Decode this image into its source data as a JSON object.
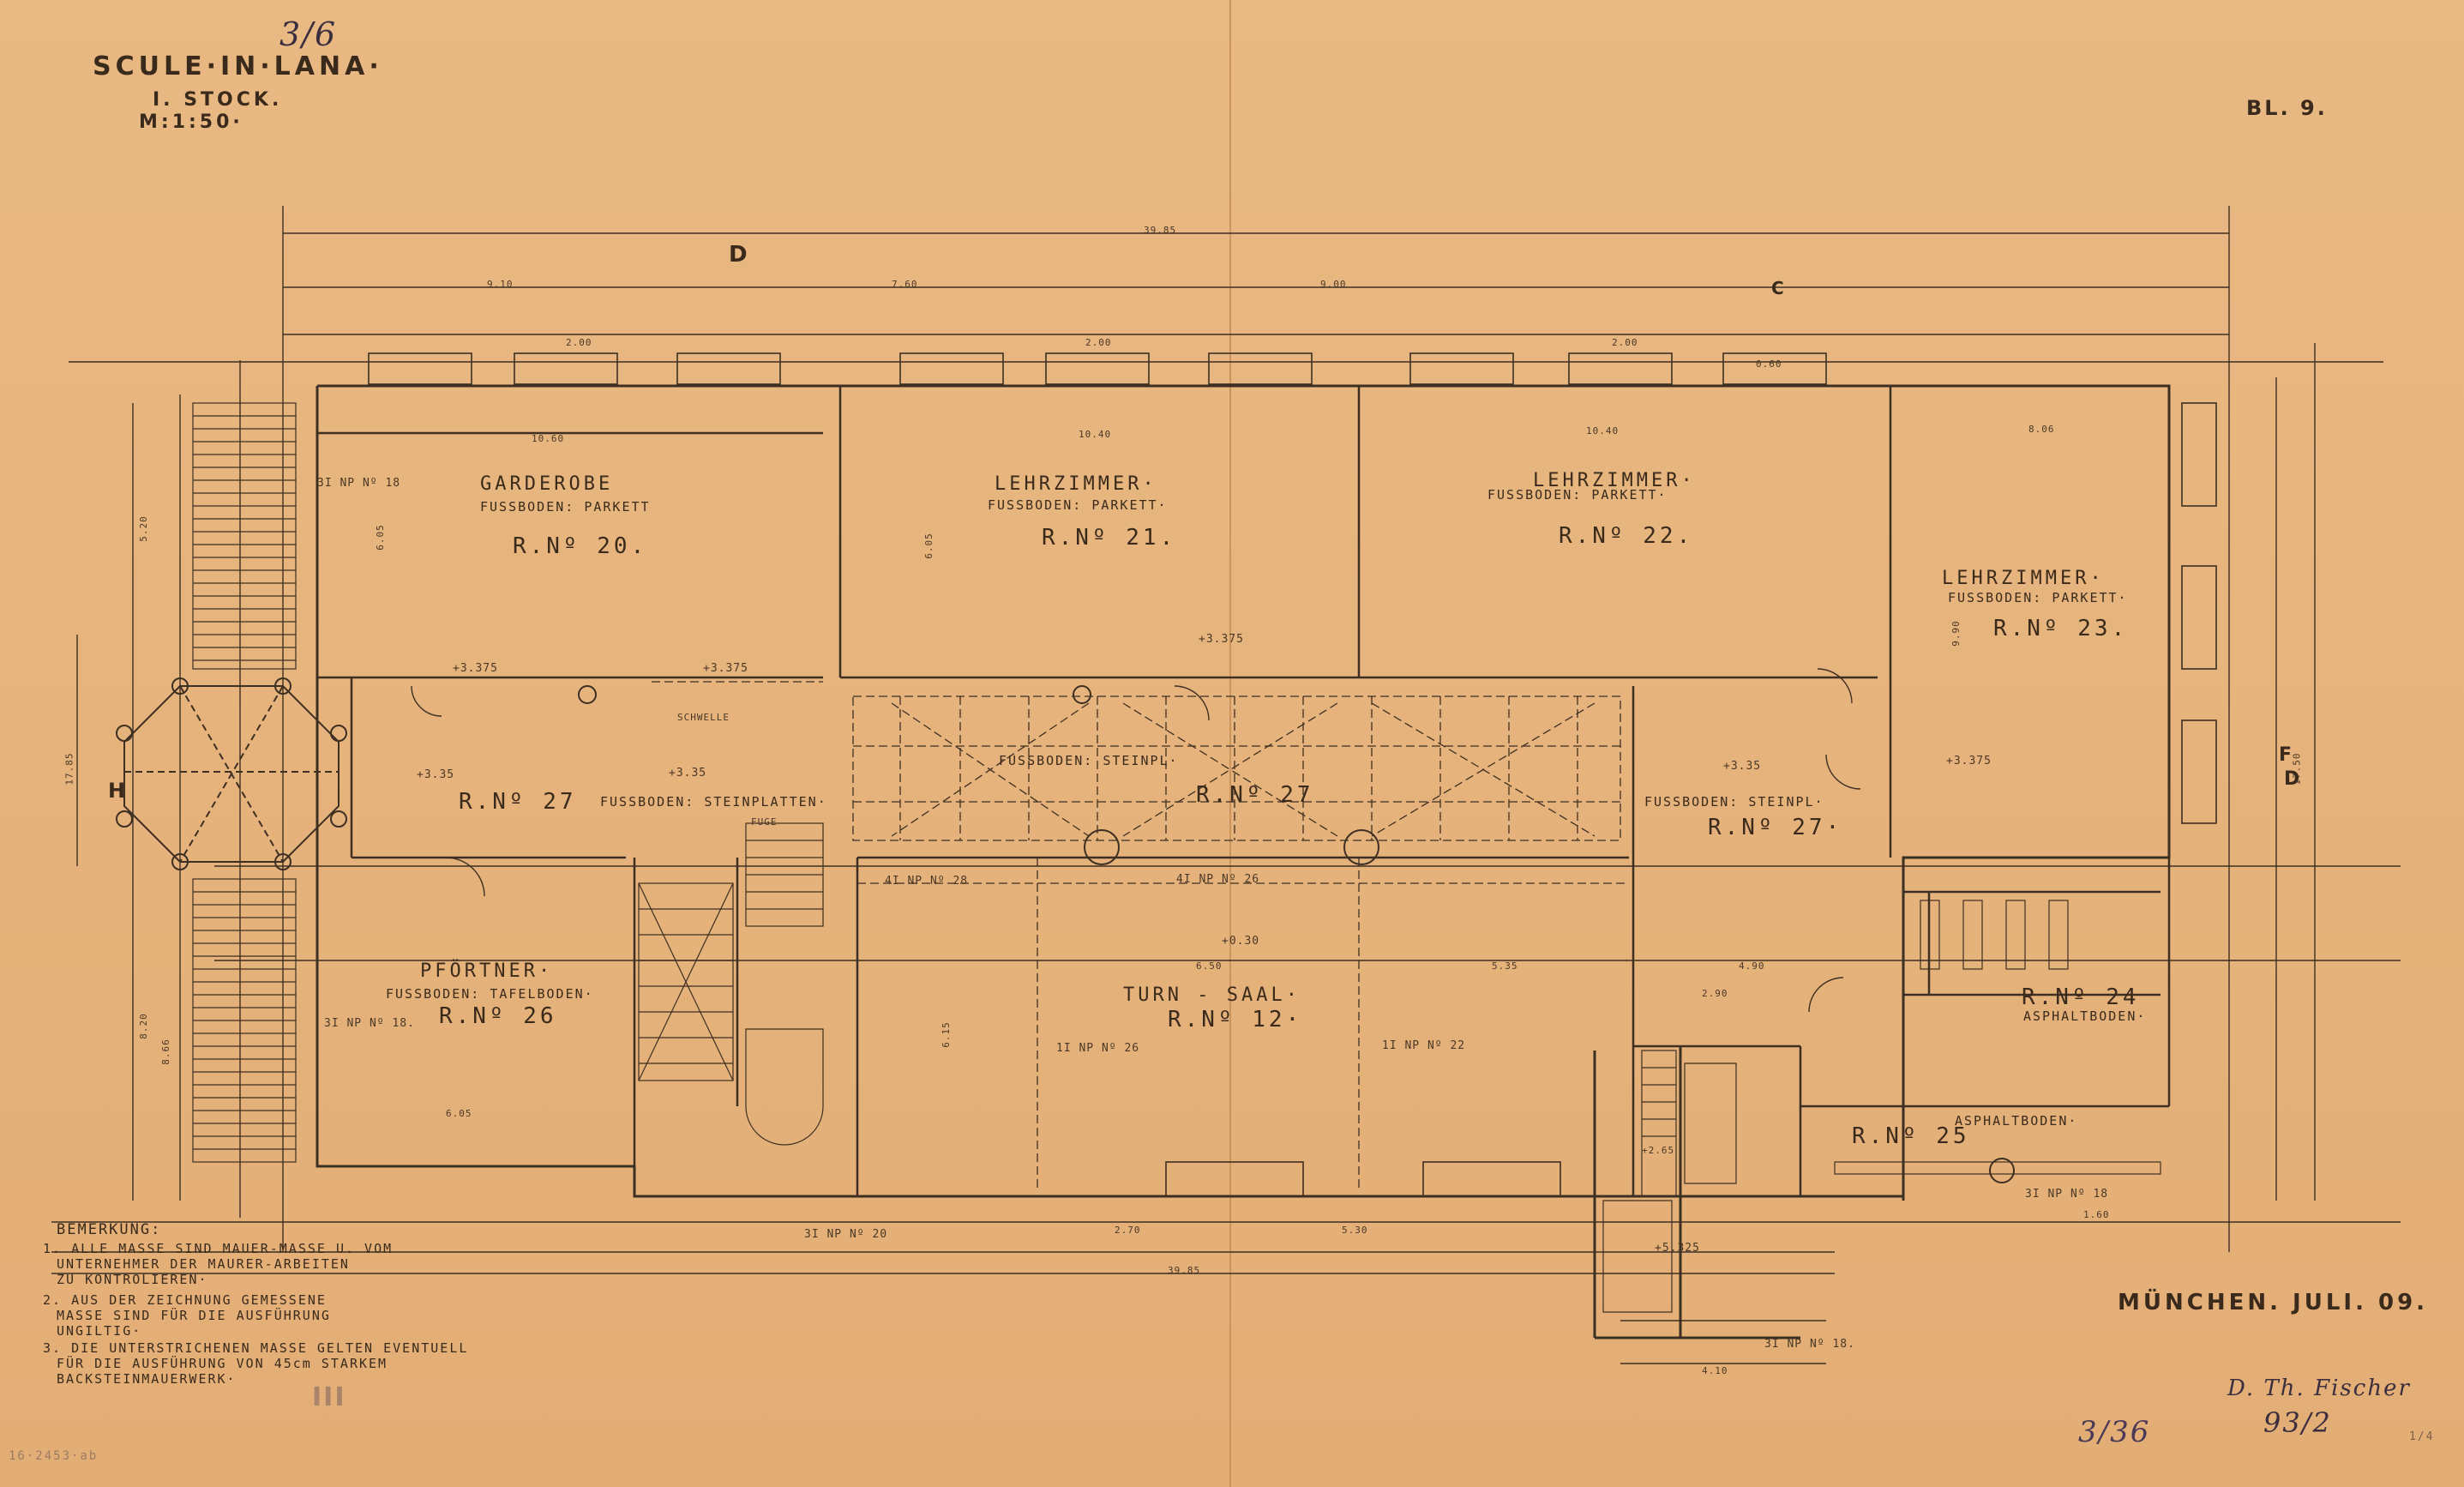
{
  "header": {
    "title": "SCULE·IN·LANA·",
    "floor": "I. STOCK.",
    "scale": "M:1:50·",
    "sheet": "BL. 9.",
    "corner_mark": "3/6"
  },
  "rooms": {
    "r20": {
      "name": "GARDEROBE",
      "floor": "FUSSBODEN: PARKETT",
      "no": "R.Nº 20."
    },
    "r21": {
      "name": "LEHRZIMMER·",
      "floor": "FUSSBODEN: PARKETT·",
      "no": "R.Nº 21."
    },
    "r22": {
      "name": "LEHRZIMMER·",
      "floor": "FUSSBODEN: PARKETT·",
      "no": "R.Nº 22."
    },
    "r23": {
      "name": "LEHRZIMMER·",
      "floor": "FUSSBODEN: PARKETT·",
      "no": "R.Nº 23."
    },
    "r27a": {
      "no": "R.Nº 27",
      "floor": "FUSSBODEN: STEINPLATTEN·"
    },
    "r27b": {
      "no": "R.Nº 27",
      "floor": "FUSSBODEN: STEINPL·"
    },
    "r27c": {
      "no": "R.Nº 27·",
      "floor": "FUSSBODEN: STEINPL·"
    },
    "r26": {
      "name": "PFÖRTNER·",
      "floor": "FUSSBODEN: TAFELBODEN·",
      "no": "R.Nº 26"
    },
    "r12": {
      "name": "TURN - SAAL·",
      "no": "R.Nº 12·"
    },
    "r24": {
      "no": "R.Nº 24",
      "floor": "ASPHALTBODEN·"
    },
    "r25": {
      "no": "R.Nº 25",
      "floor": "ASPHALTBODEN·"
    }
  },
  "dimensions": {
    "overall_top": "39.85",
    "overall_bottom": "39.85",
    "seg_left": "9.10",
    "seg_mid": "7.60",
    "seg_right": "9.00",
    "w_r20": "10.60",
    "w_r21": "10.40",
    "w_r22": "10.40",
    "w_r23": "8.06",
    "h_left": "17.85",
    "h_right": "17.50",
    "h_r20": "6.05",
    "h_r21": "6.05",
    "h_r23": "9.90",
    "h_stair_top": "5.20",
    "h_stair_bottom": "8.20",
    "h_left_total": "8.66",
    "win": "2.00",
    "level_a": "+3.375",
    "level_b": "+3.35",
    "level_c": "+0.30",
    "level_d": "+5.325",
    "level_e": "+2.65",
    "w_saal": "6.50",
    "w_saal_r": "5.35",
    "corr": "4.90",
    "r26_w": "6.05",
    "stair_w": "2.90",
    "saal_h": "6.15",
    "bottom_a": "2.70",
    "bottom_b": "5.30",
    "bottom_c": "1.60",
    "bottom_d": "4.10",
    "col_w": "0.60"
  },
  "beams": {
    "b1": "3I NP Nº 18",
    "b2": "3I NP Nº 18.",
    "b3": "4I NP Nº 28",
    "b4": "4I NP Nº 26",
    "b5": "1I NP Nº 26",
    "b6": "1I NP Nº 22",
    "b7": "3I NP Nº 20",
    "b8": "3I NP Nº 18",
    "b9": "3I NP Nº 18.",
    "b10": "SCHWELLE",
    "b11": "FUGE"
  },
  "axis_marks": {
    "c": "C",
    "d": "D",
    "f": "F",
    "h": "H"
  },
  "notes": {
    "heading": "BEMERKUNG:",
    "n1a": "1. ALLE MASSE SIND MAUER-MASSE U. VOM",
    "n1b": "UNTERNEHMER DER MAURER-ARBEITEN",
    "n1c": "ZU KONTROLIEREN·",
    "n2a": "2. AUS DER ZEICHNUNG GEMESSENE",
    "n2b": "MASSE SIND FÜR DIE AUSFÜHRUNG",
    "n2c": "UNGILTIG·",
    "n3a": "3. DIE UNTERSTRICHENEN MASSE GELTEN EVENTUELL",
    "n3b": "FÜR DIE AUSFÜHRUNG VON 45cm STARKEM",
    "n3c": "BACKSTEINMAUERWERK·"
  },
  "footer": {
    "place_date": "MÜNCHEN. JULI. 09.",
    "signature": "D. Th. Fischer",
    "sign_no": "93/2",
    "sheet_hand": "3/36",
    "stamp": "III",
    "archive_left": "16·2453·ab",
    "corner_br": "1/4"
  },
  "colors": {
    "paper": "#e7b47c",
    "ink": "#3a2a1c",
    "line": "#3d2f22"
  }
}
